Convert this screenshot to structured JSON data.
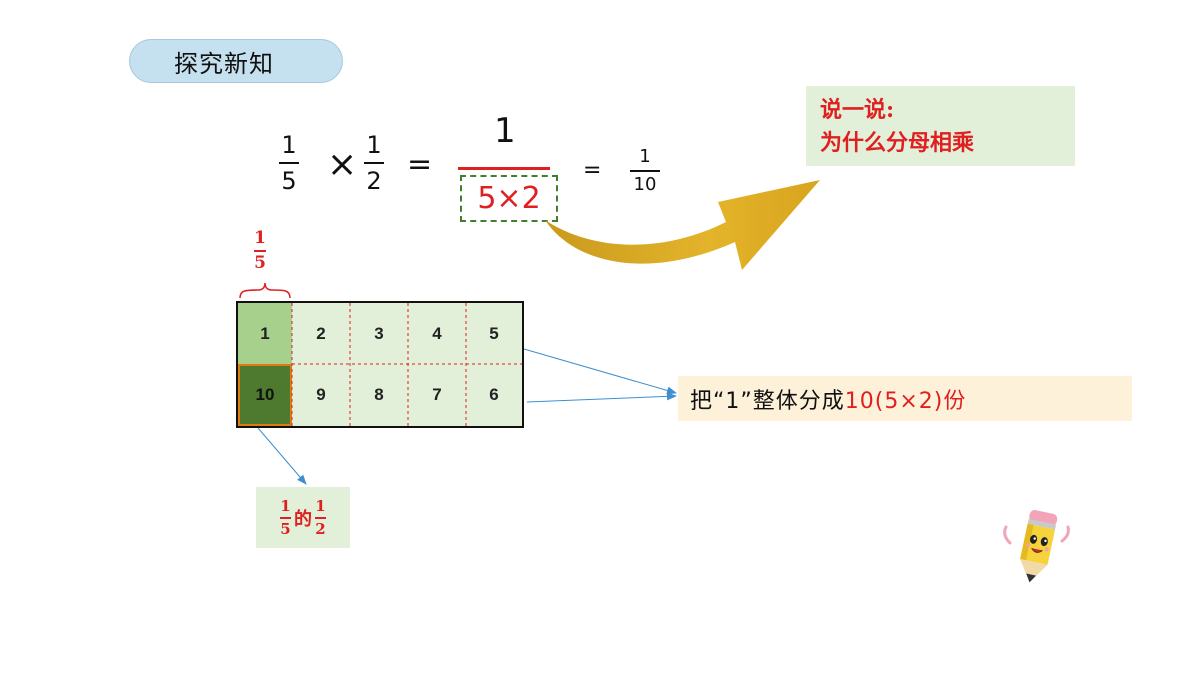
{
  "title": "探究新知",
  "equation": {
    "a": {
      "num": "1",
      "den": "5"
    },
    "times": "×",
    "b": {
      "num": "1",
      "den": "2"
    },
    "equals": "=",
    "result": {
      "num": "1",
      "den": "5×2"
    },
    "equals2": "=",
    "final": {
      "num": "1",
      "den": "10"
    }
  },
  "say": {
    "line1": "说一说:",
    "line2": "为什么分母相乘"
  },
  "grid_label": {
    "num": "1",
    "den": "5"
  },
  "grid": {
    "top_row": [
      "1",
      "2",
      "3",
      "4",
      "5"
    ],
    "bottom_row": [
      "10",
      "9",
      "8",
      "7",
      "6"
    ]
  },
  "statement": {
    "prefix": "把“1”整体分成",
    "highlight": "10(5×2)份"
  },
  "half": {
    "a_num": "1",
    "a_den": "5",
    "word": "的",
    "b_num": "1",
    "b_den": "2"
  },
  "colors": {
    "accent_red": "#e02020",
    "cell_light": "#e2efd9",
    "cell_mid": "#a8d08d",
    "cell_dark": "#4e7a2f",
    "arrow_gold": "#d9a41e",
    "pill": "#c5e0ee"
  }
}
